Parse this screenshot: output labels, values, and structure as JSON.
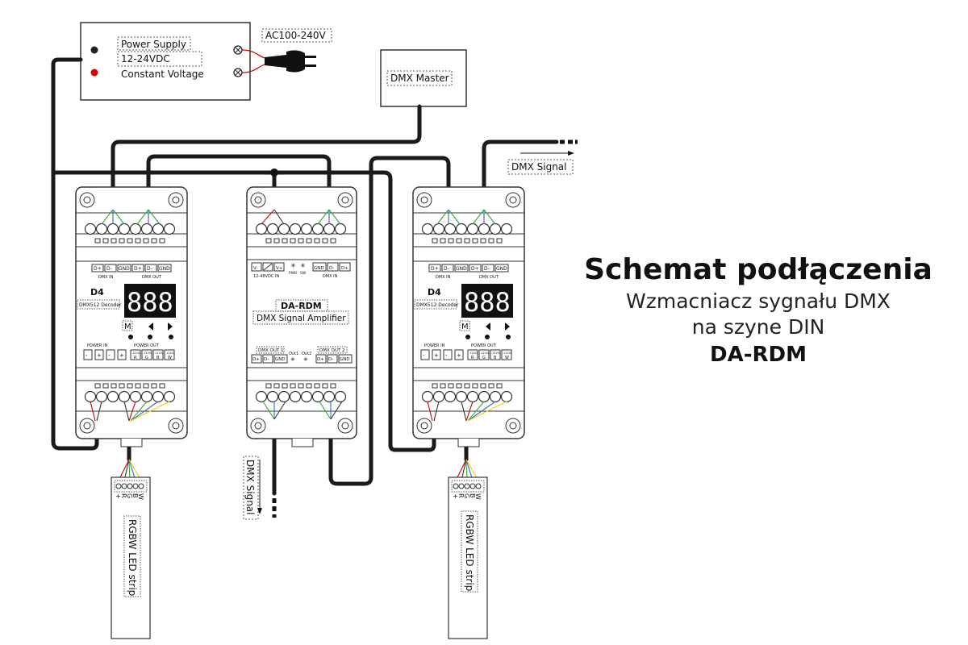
{
  "title": {
    "main": "Schemat podłączenia",
    "line1": "Wzmacniacz sygnału DMX",
    "line2": "na szyne DIN",
    "product": "DA-RDM"
  },
  "power_supply": {
    "line1": "Power Supply",
    "line2": "12-24VDC",
    "line3": "Constant Voltage",
    "ac_label": "AC100-240V"
  },
  "dmx_master": {
    "label": "DMX Master"
  },
  "dmx_signal_out": {
    "label": "DMX Signal"
  },
  "dmx_signal_bottom": {
    "label": "DMX Signal"
  },
  "decoder": {
    "model": "D4",
    "name": "DMX512 Decoder",
    "display": "888",
    "mode_button": "M",
    "dmx_in": "DMX IN",
    "dmx_out": "DMX OUT",
    "power_in": "POWER IN",
    "power_out": "POWER OUT",
    "top_terminals": [
      "D+",
      "D-",
      "GND",
      "D+",
      "D-",
      "GND"
    ],
    "power_in_terminals": [
      "-",
      "+",
      "-",
      "+"
    ],
    "power_out_terminals": [
      "12V/V",
      "12V/V",
      "12V/V",
      "12V/V"
    ],
    "power_out_channels": [
      "R",
      "G",
      "B",
      "W"
    ]
  },
  "amplifier": {
    "model": "DA-RDM",
    "name": "DMX Signal Amplifier",
    "power_label": "12-48VDC IN",
    "dmx_in": "DMX IN",
    "pwr": "PWR",
    "sw": "SW",
    "out1_label": "DMX OUT 1",
    "out2_label": "DMX OUT 2",
    "out1": "Out1",
    "out2": "Out2",
    "top_terminals": [
      "V-",
      "",
      "V+",
      "",
      "GND",
      "D-",
      "D+"
    ],
    "out1_terminals": [
      "D+",
      "D-",
      "GND"
    ],
    "out2_terminals": [
      "D+",
      "D-",
      "GND"
    ]
  },
  "led_strip": {
    "label": "RGBW LED strip",
    "pins": [
      "+",
      "R",
      "G",
      "B",
      "W"
    ]
  }
}
